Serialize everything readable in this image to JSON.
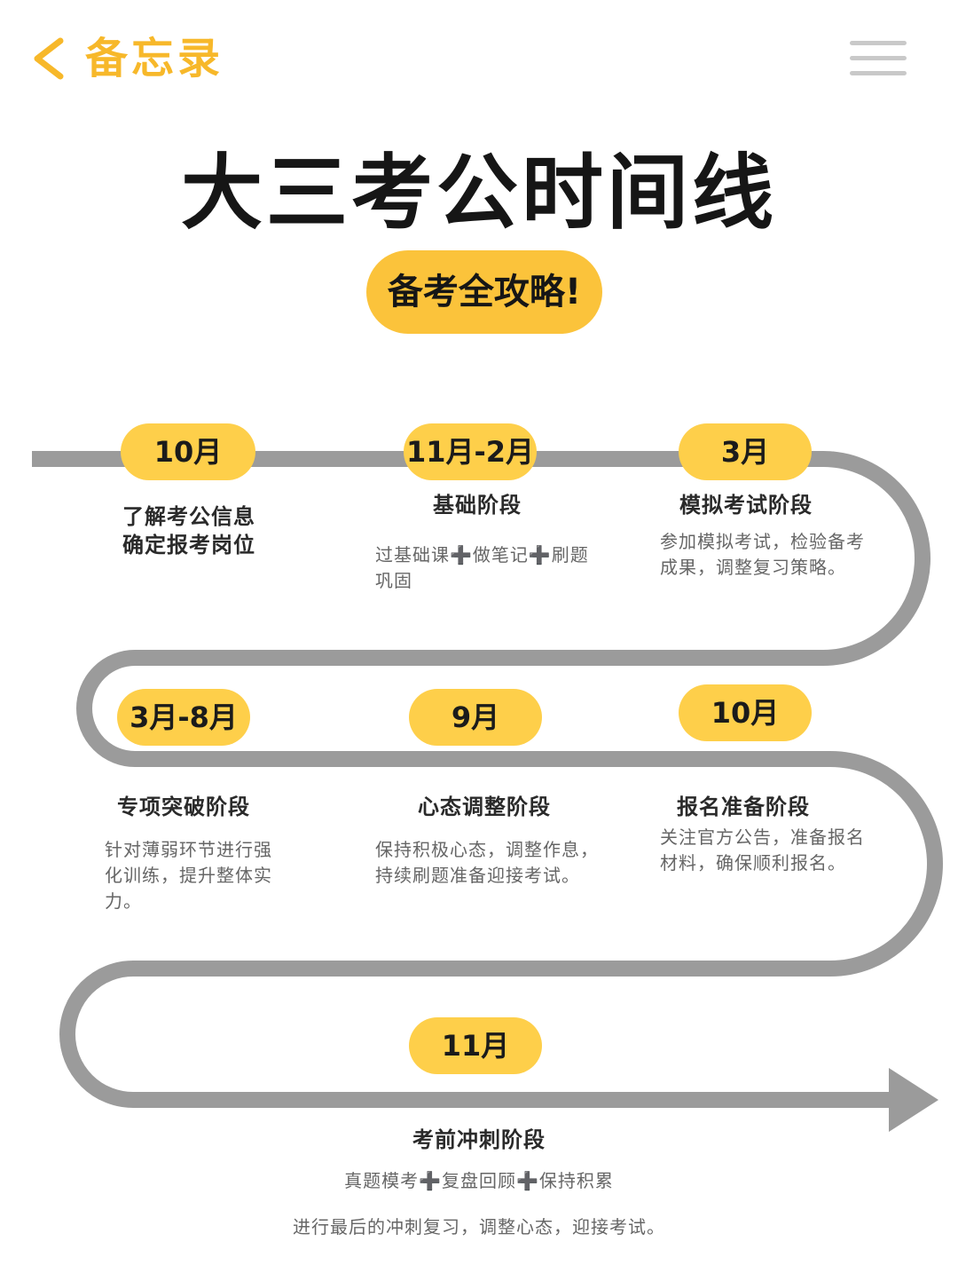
{
  "header": {
    "back_icon": "chevron-left-icon",
    "title": "备忘录",
    "menu_icon": "hamburger-menu-icon"
  },
  "main_title": "大三考公时间线",
  "subtitle": "备考全攻略!",
  "colors": {
    "accent": "#fbc33b",
    "pill": "#fecf4a",
    "track": "#9b9b9b",
    "header_accent": "#f7b82a"
  },
  "timeline": [
    {
      "month": "10月",
      "stage": "了解考公信息\n确定报考岗位",
      "desc": ""
    },
    {
      "month": "11月-2月",
      "stage": "基础阶段",
      "desc": "过基础课➕做笔记➕刷题巩固"
    },
    {
      "month": "3月",
      "stage": "模拟考试阶段",
      "desc": "参加模拟考试，检验备考成果，调整复习策略。"
    },
    {
      "month": "3月-8月",
      "stage": "专项突破阶段",
      "desc": "针对薄弱环节进行强化训练，提升整体实力。"
    },
    {
      "month": "9月",
      "stage": "心态调整阶段",
      "desc": "保持积极心态，调整作息，持续刷题准备迎接考试。"
    },
    {
      "month": "10月",
      "stage": "报名准备阶段",
      "desc": "关注官方公告，准备报名材料，确保顺利报名。"
    },
    {
      "month": "11月",
      "stage": "考前冲刺阶段",
      "desc": "真题模考➕复盘回顾➕保持积累",
      "desc2": "进行最后的冲刺复习，调整心态，迎接考试。"
    }
  ]
}
